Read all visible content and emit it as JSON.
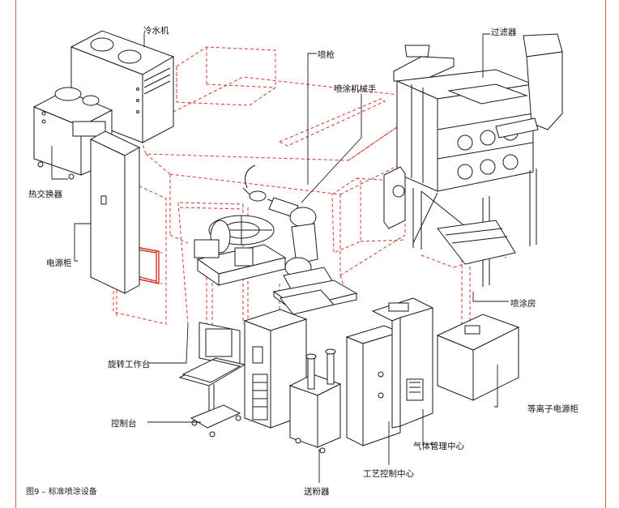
{
  "caption": "图9 – 标准喷涂设备",
  "labels": {
    "chiller": "冷水机",
    "spray_gun": "喷枪",
    "spray_robot": "喷涂机械手",
    "filter": "过滤器",
    "heat_exchanger": "热交换器",
    "power_cabinet": "电源柜",
    "spray_booth": "喷涂房",
    "rotary_table": "旋转工作台",
    "plasma_power_cabinet": "等离子电源柜",
    "control_desk": "控制台",
    "gas_management_center": "气体管理中心",
    "process_control_center": "工艺控制中心",
    "powder_feeder": "送粉器"
  },
  "colors": {
    "accent": "#d8352a",
    "line": "#1a1a1a",
    "border": "#e05a52"
  }
}
